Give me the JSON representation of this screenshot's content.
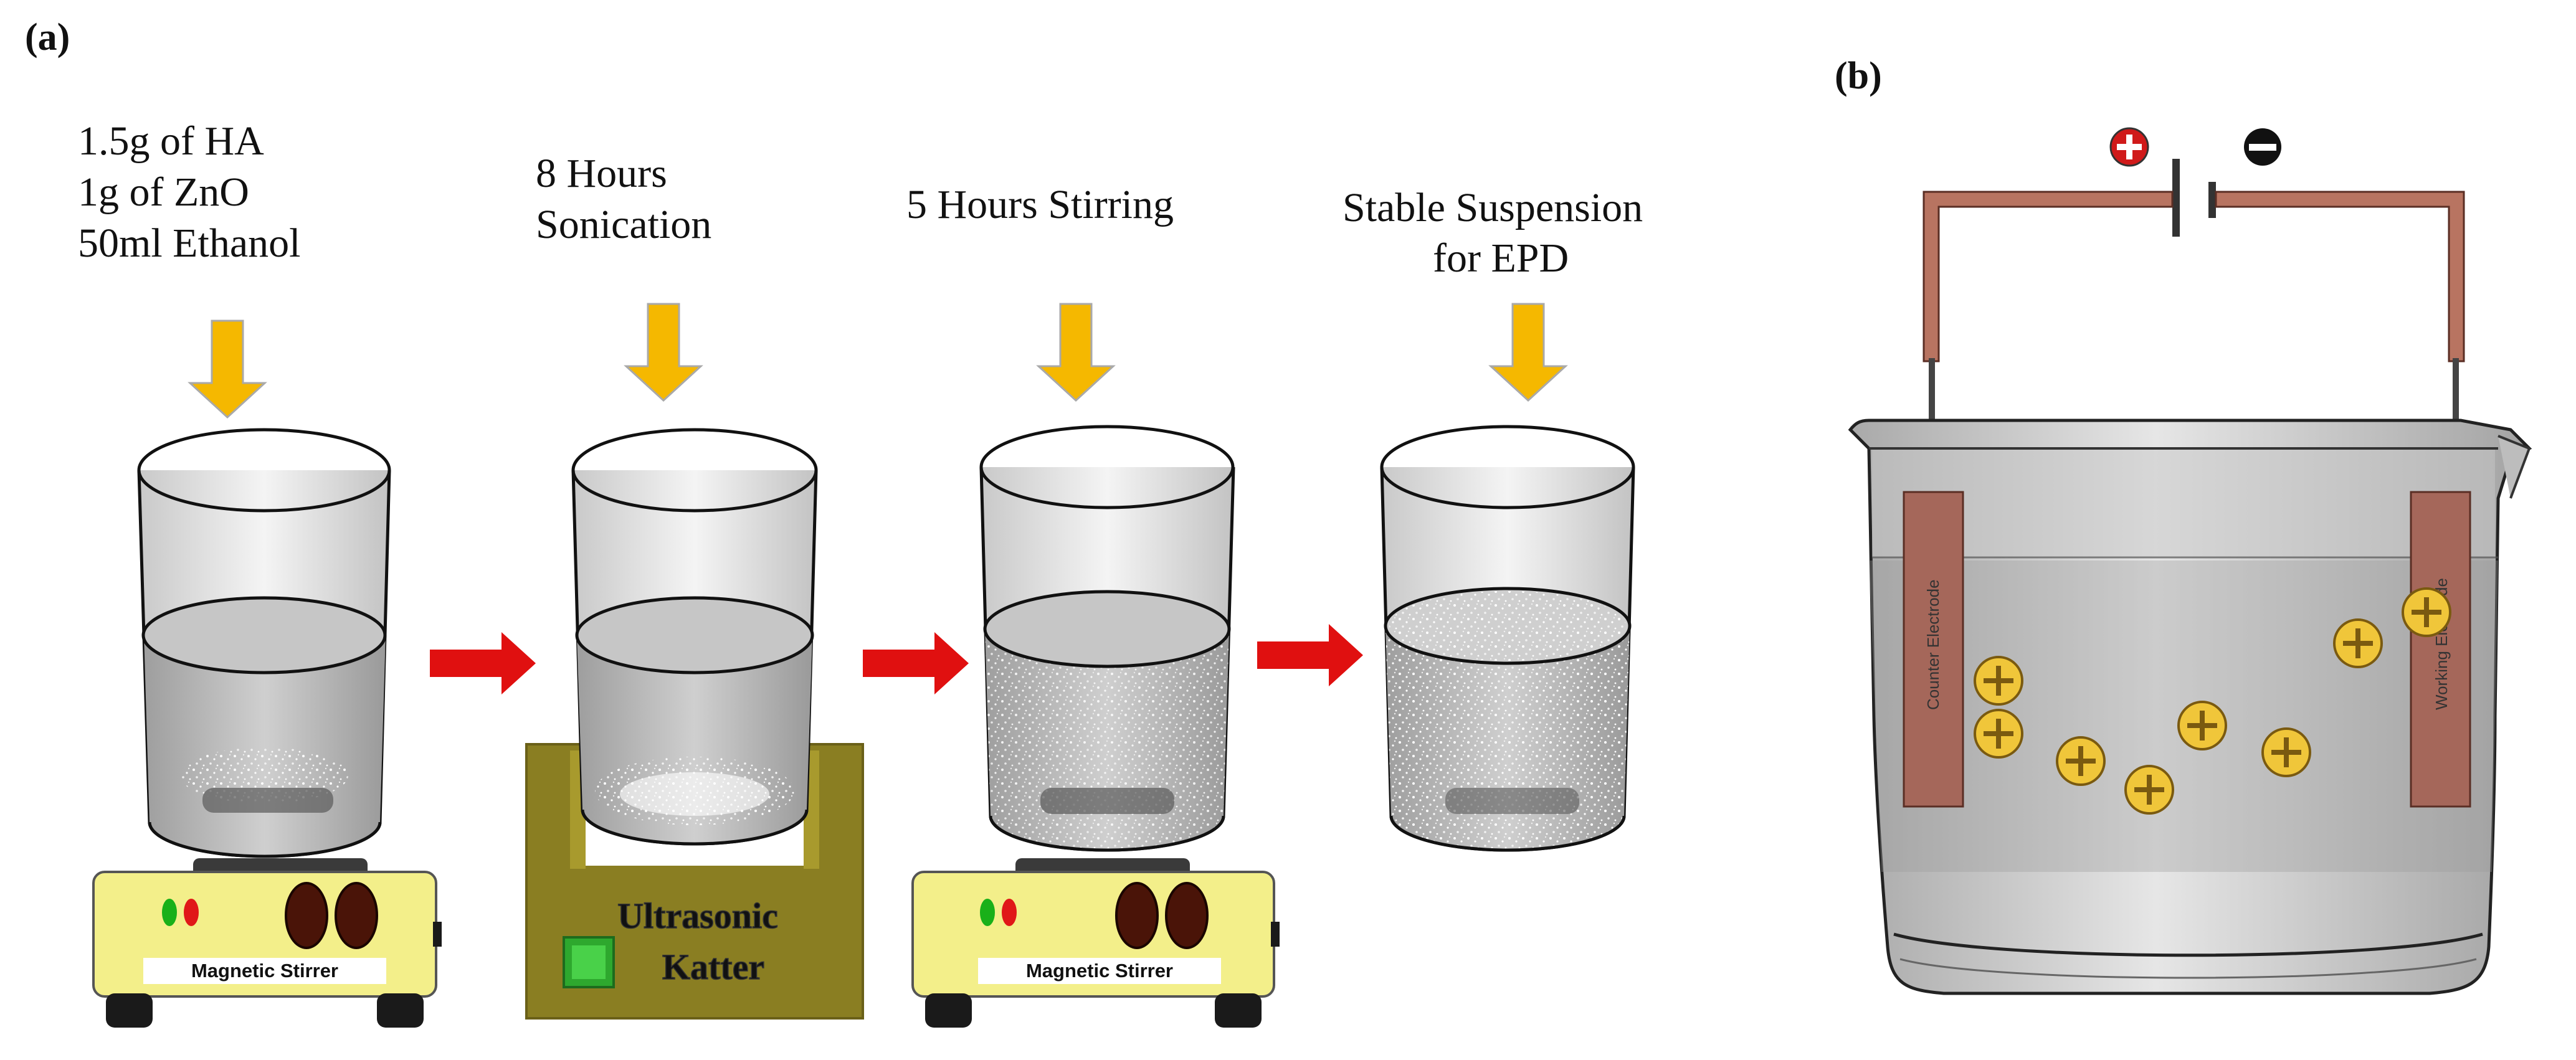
{
  "panel_a": {
    "label": "(a)",
    "steps": [
      {
        "lines": [
          "1.5g of HA",
          "1g of ZnO",
          "50ml Ethanol"
        ]
      },
      {
        "lines": [
          "8 Hours",
          "Sonication"
        ]
      },
      {
        "lines": [
          "5 Hours Stirring"
        ]
      },
      {
        "lines": [
          "Stable Suspension",
          "for EPD"
        ]
      }
    ],
    "stirrer_label": "Magnetic Stirrer",
    "sonicator_lines": [
      "Ultrasonic",
      "Katter"
    ]
  },
  "panel_b": {
    "label": "(b)",
    "positive_symbol": "+",
    "negative_symbol": "−",
    "left_electrode_label": "Counter Electrode",
    "right_electrode_label": "Working Electrode"
  },
  "colors": {
    "arrow_down": "#f5b800",
    "arrow_right": "#e01010",
    "stirrer_body": "#f3ef8a",
    "sonicator_body": "#8a7e22",
    "electrode": "#a5675a",
    "particle": "#f0c63a"
  },
  "icons": [
    "down-arrow-icon",
    "right-arrow-icon",
    "plus-icon",
    "minus-icon"
  ]
}
